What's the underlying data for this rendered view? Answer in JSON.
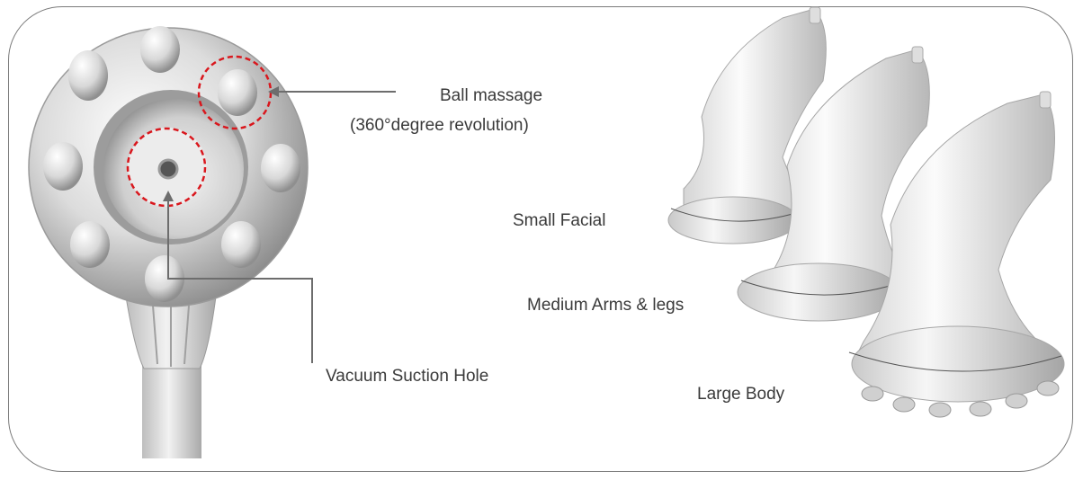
{
  "labels": {
    "ball_massage_line1": "Ball massage",
    "ball_massage_line2": "(360°degree revolution)",
    "vacuum_suction_hole": "Vacuum Suction Hole",
    "small": "Small Facial",
    "medium": "Medium Arms & legs",
    "large": "Large Body"
  },
  "colors": {
    "frame": "#7a7a7a",
    "callout_circle": "#d9171d",
    "leader_line": "#6d6d6d",
    "text": "#3a3a3a"
  }
}
